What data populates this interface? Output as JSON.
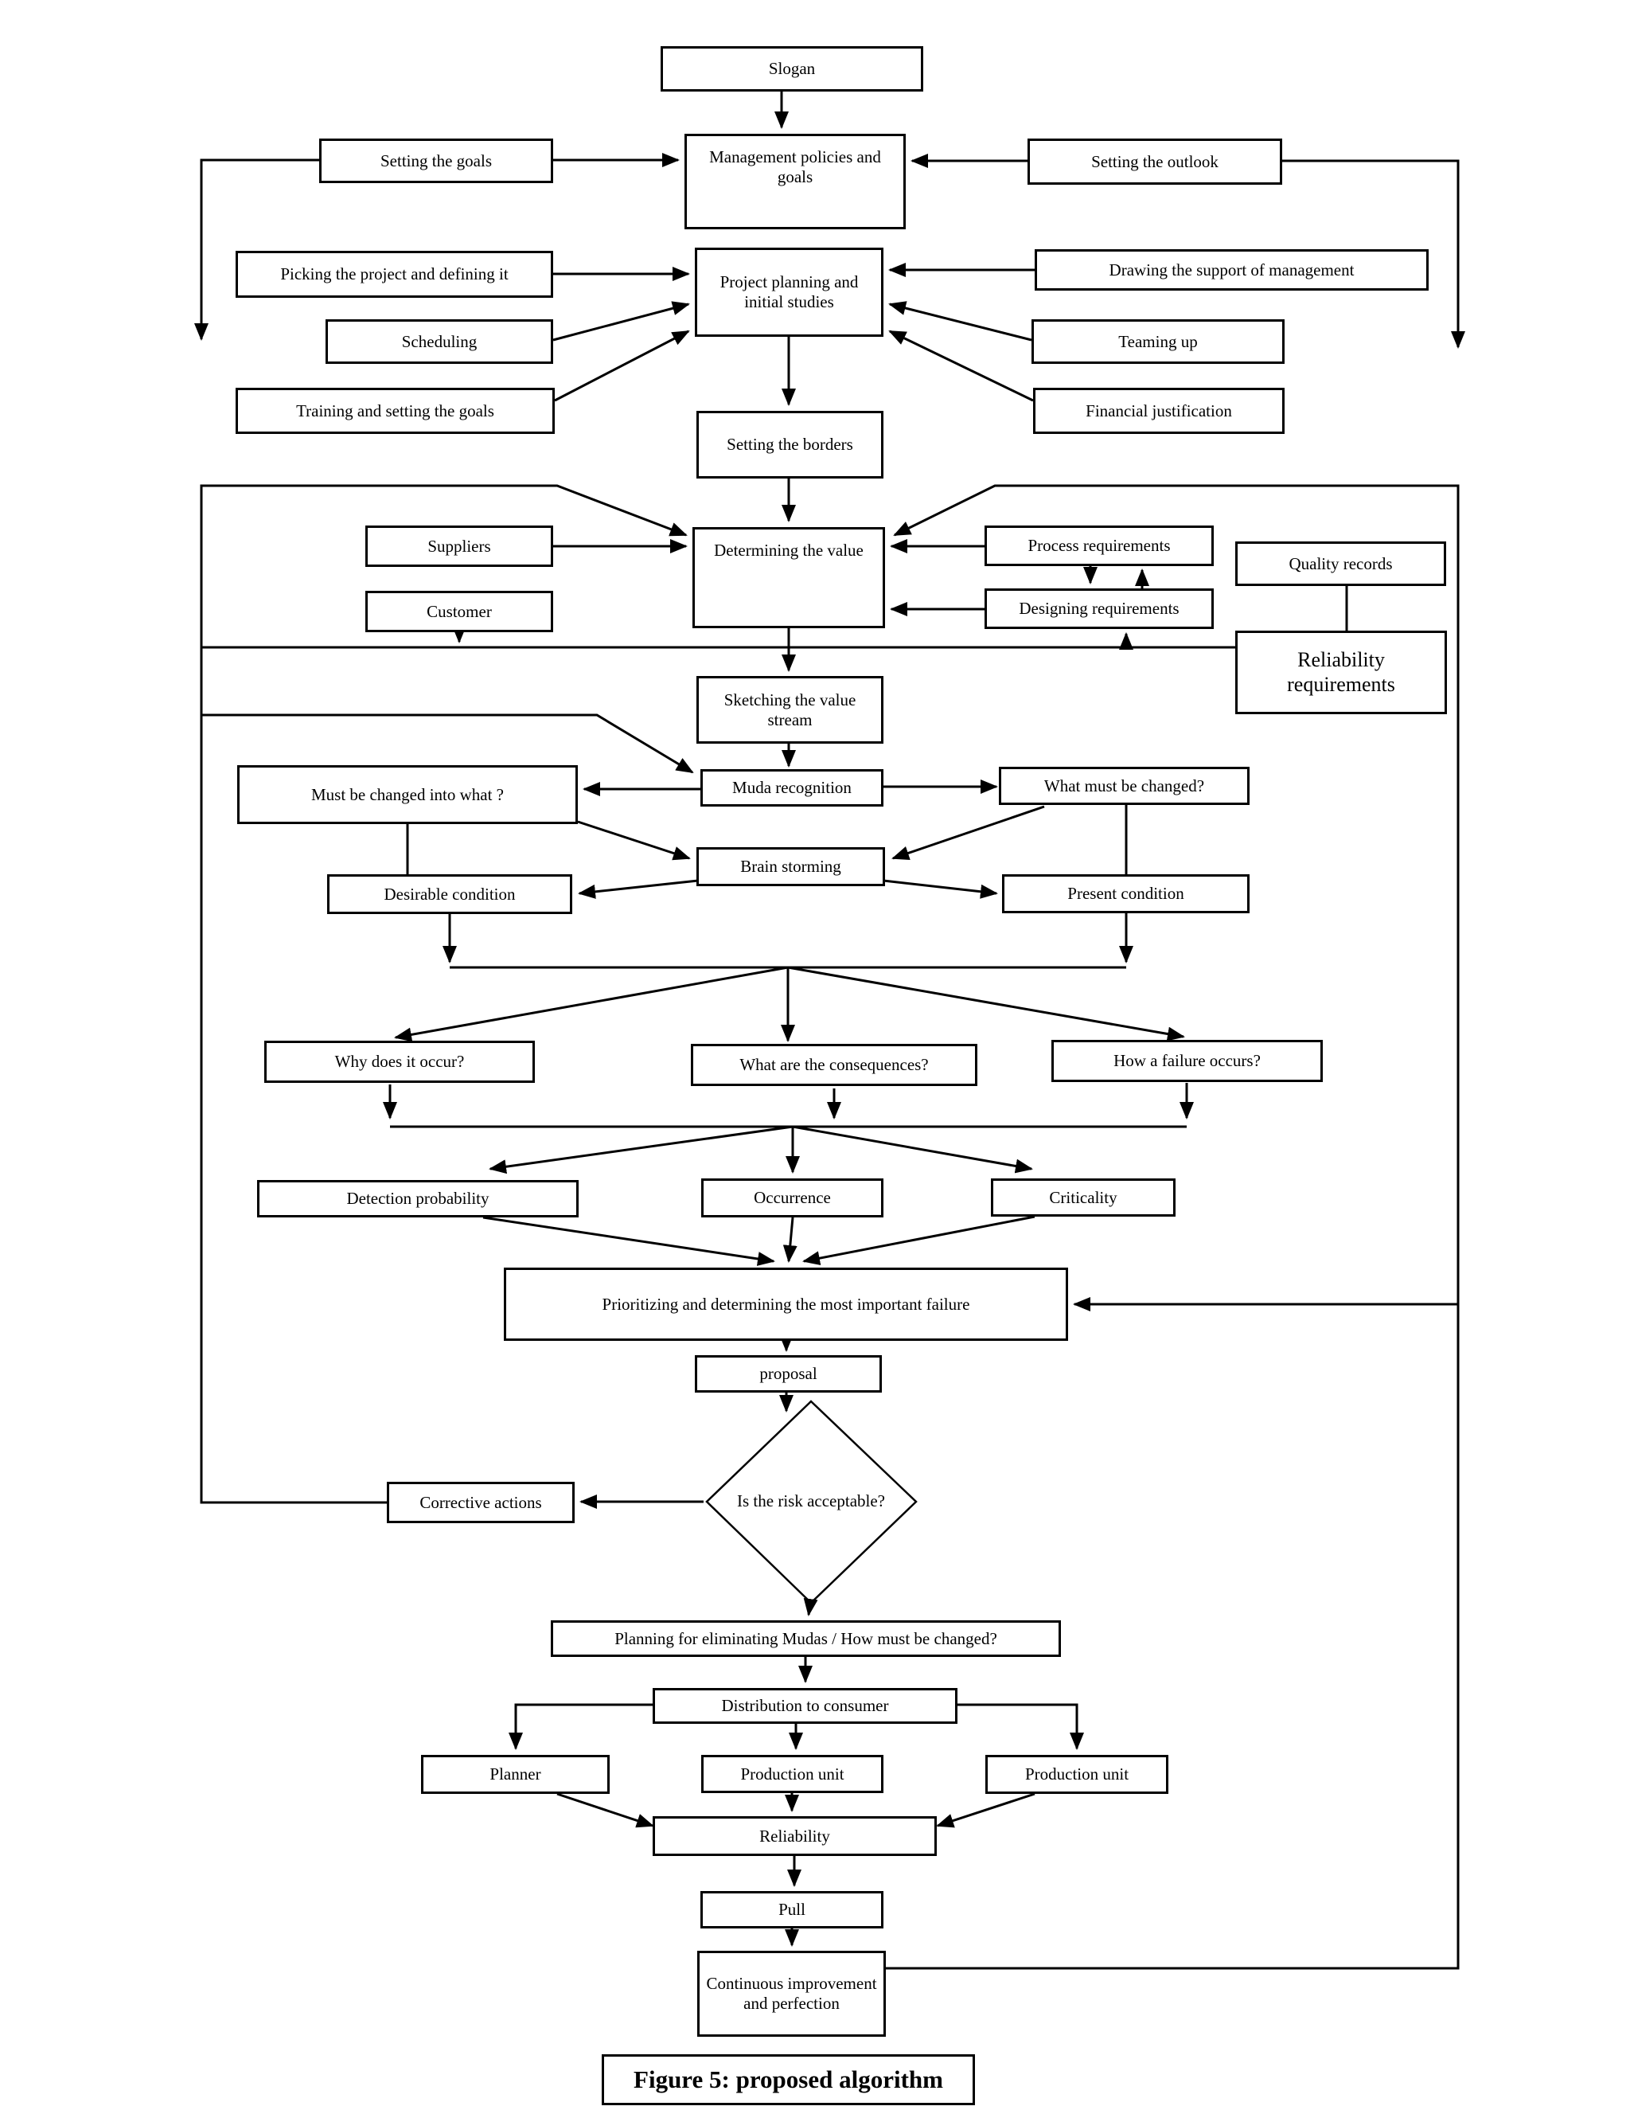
{
  "meta": {
    "figure_type": "flowchart",
    "background_color": "#ffffff",
    "line_color": "#000000"
  },
  "nodes": {
    "slogan": "Slogan",
    "management_policies": "Management policies and goals",
    "setting_goals": "Setting the goals",
    "setting_outlook": "Setting the outlook",
    "picking_project": "Picking the project and defining it",
    "project_planning": "Project planning and initial studies",
    "drawing_support": "Drawing the support of management",
    "scheduling": "Scheduling",
    "teaming_up": "Teaming up",
    "training_goals": "Training and setting the goals",
    "financial_justification": "Financial justification",
    "setting_borders": "Setting the borders",
    "suppliers": "Suppliers",
    "customer": "Customer",
    "determining_value": "Determining the value",
    "process_requirements": "Process requirements",
    "designing_requirements": "Designing requirements",
    "quality_records": "Quality records",
    "reliability_requirements": "Reliability requirements",
    "sketching_value_stream": "Sketching the value stream",
    "must_be_changed": "Must be changed into what ?",
    "muda_recognition": "Muda recognition",
    "what_must_change": "What must be changed?",
    "brain_storming": "Brain storming",
    "desirable_condition": "Desirable condition",
    "present_condition": "Present condition",
    "why_occur": "Why does it occur?",
    "consequences": "What are the consequences?",
    "how_failure": "How a failure occurs?",
    "detection_probability": "Detection probability",
    "occurrence": "Occurrence",
    "criticality": "Criticality",
    "prioritizing": "Prioritizing and determining the most important failure",
    "proposal": "proposal",
    "risk_diamond": "Is the risk acceptable?",
    "corrective_actions": "Corrective actions",
    "planning_eliminating": "Planning for eliminating Mudas / How must be changed?",
    "distribution": "Distribution to consumer",
    "planner": "Planner",
    "production_unit_1": "Production unit",
    "production_unit_2": "Production unit",
    "reliability": "Reliability",
    "pull": "Pull",
    "continuous_improvement": "Continuous improvement and perfection",
    "figure_caption": "Figure 5: proposed algorithm"
  }
}
